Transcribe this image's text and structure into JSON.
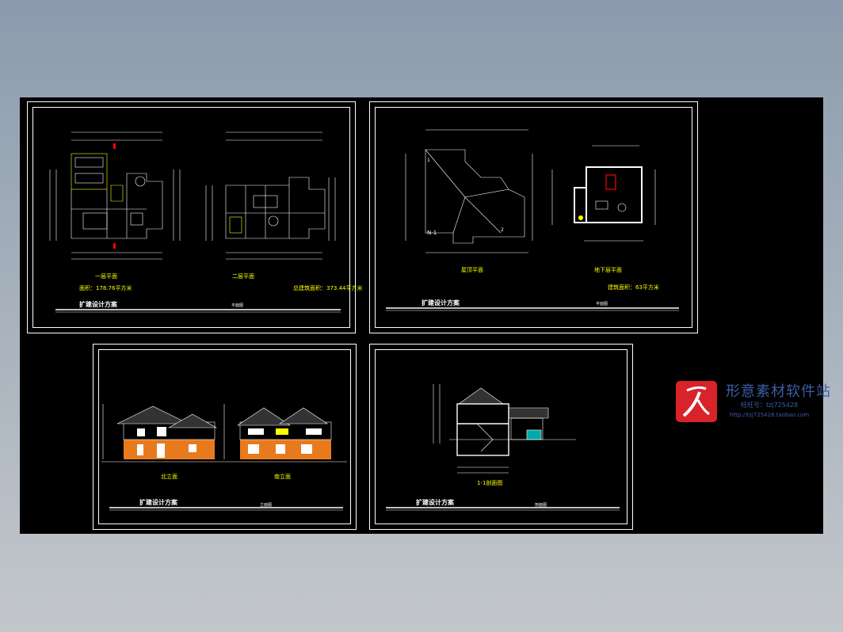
{
  "sheets": [
    {
      "plan_titles": [
        "一层平面",
        "二层平面"
      ],
      "areas": [
        "面积：178.76平方米",
        "总建筑面积：373.44平方米"
      ],
      "footer_title": "扩建设计方案",
      "footer_subtitle": "平面图"
    },
    {
      "plan_titles": [
        "屋顶平面",
        "地下层平面"
      ],
      "areas": [
        "建筑面积：63平方米"
      ],
      "marks": [
        "N-1",
        "1",
        "2"
      ],
      "footer_title": "扩建设计方案",
      "footer_subtitle": "平面图"
    },
    {
      "elevation_titles": [
        "北立面",
        "南立面"
      ],
      "footer_title": "扩建设计方案",
      "footer_subtitle": "立面图"
    },
    {
      "section_title": "1-1剖面图",
      "footer_title": "扩建设计方案",
      "footer_subtitle": "剖面图"
    }
  ],
  "watermark": {
    "title": "形意素材软件站",
    "contact": "旺旺号：tzj725428",
    "url": "http://tzj725428.taobao.com",
    "logo_icon": "stylized-brush-icon",
    "colors": {
      "logo": "#d8232a",
      "text": "#3b5da6"
    }
  },
  "colors": {
    "background": "#000000",
    "line": "#ffffff",
    "accent": "#ffff00",
    "facade": "#e87a1e"
  }
}
